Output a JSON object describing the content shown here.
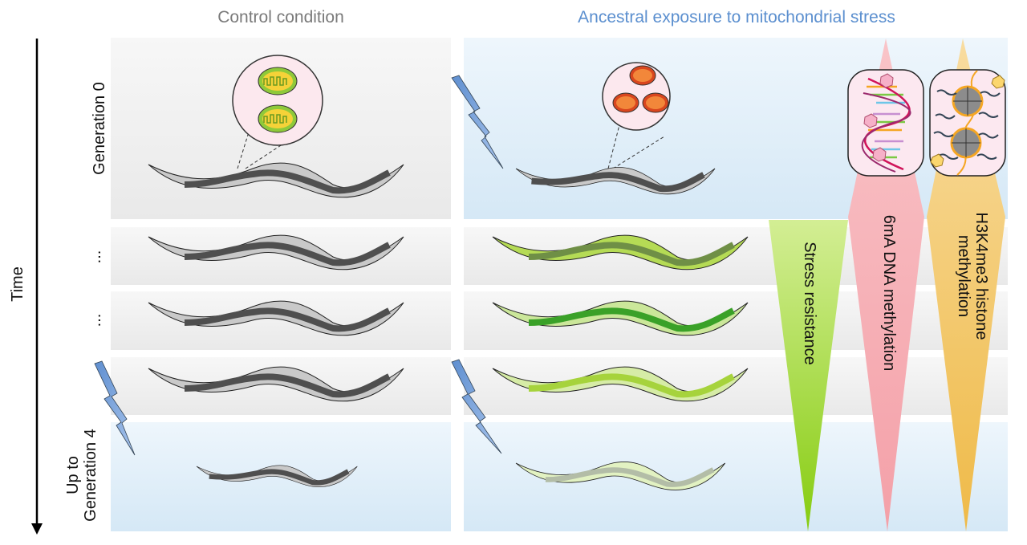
{
  "columns": {
    "control": {
      "title": "Control condition",
      "color": "#7a7a7a"
    },
    "stress": {
      "title": "Ancestral exposure to mitochondrial stress",
      "color": "#5b8fcf"
    }
  },
  "axis": {
    "label": "Time"
  },
  "rows": [
    {
      "label": "Generation 0",
      "stress_applied": true,
      "background": "gray-left/blue-right"
    },
    {
      "label": "...",
      "stress_applied": false
    },
    {
      "label": "...",
      "stress_applied": false
    },
    {
      "label": "",
      "stress_applied": true
    },
    {
      "label": "Up to\nGeneration 4",
      "label_line1": "Up to",
      "label_line2": "Generation 4",
      "stress_applied": true
    }
  ],
  "insets": {
    "control_mitochondria": {
      "count": 2,
      "state": "healthy",
      "color": "#9acd32"
    },
    "stress_mitochondria": {
      "count": 3,
      "state": "stressed",
      "color": "#e0582a"
    }
  },
  "trends": [
    {
      "label": "Stress resistance",
      "color": "#8fd01a",
      "direction": "increasing-down"
    },
    {
      "label": "6mA DNA methylation",
      "color": "#f5a3aa",
      "direction": "decreasing-down"
    },
    {
      "label_line1": "H3K4me3 histone",
      "label_line2": "methylation",
      "color": "#f2c060",
      "direction": "decreasing-down"
    }
  ],
  "colors": {
    "worm_control_dark": "#555555",
    "worm_control_light": "#c8c8c8",
    "lightning": "#7ea6dc",
    "inset_bg": "#fce8f0"
  }
}
